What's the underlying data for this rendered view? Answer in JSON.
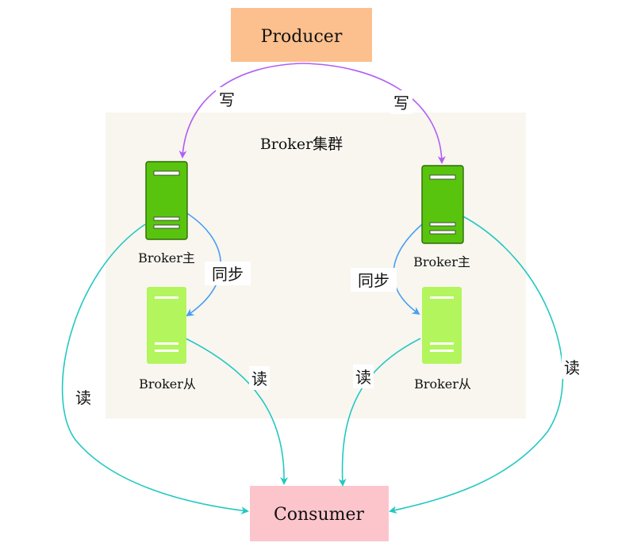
{
  "producer": {
    "label": "Producer"
  },
  "consumer": {
    "label": "Consumer"
  },
  "cluster": {
    "label": "Broker集群"
  },
  "brokers": [
    {
      "id": "master-left",
      "role": "master",
      "label": "Broker主"
    },
    {
      "id": "slave-left",
      "role": "slave",
      "label": "Broker从"
    },
    {
      "id": "master-right",
      "role": "master",
      "label": "Broker主"
    },
    {
      "id": "slave-right",
      "role": "slave",
      "label": "Broker从"
    }
  ],
  "edges": {
    "write_left": "写",
    "write_right": "写",
    "sync_left": "同步",
    "sync_right": "同步",
    "read_master_left": "读",
    "read_slave_left": "读",
    "read_slave_right": "读",
    "read_master_right": "读"
  },
  "colors": {
    "producer_fill": "#fcc08e",
    "consumer_fill": "#fcc5cc",
    "cluster_fill": "#f8f6ef",
    "master_fill": "#58c40e",
    "slave_fill": "#b3f55c",
    "write_arrow": "#b25cf5",
    "sync_arrow": "#4a9ef2",
    "read_arrow": "#23c8c2"
  }
}
